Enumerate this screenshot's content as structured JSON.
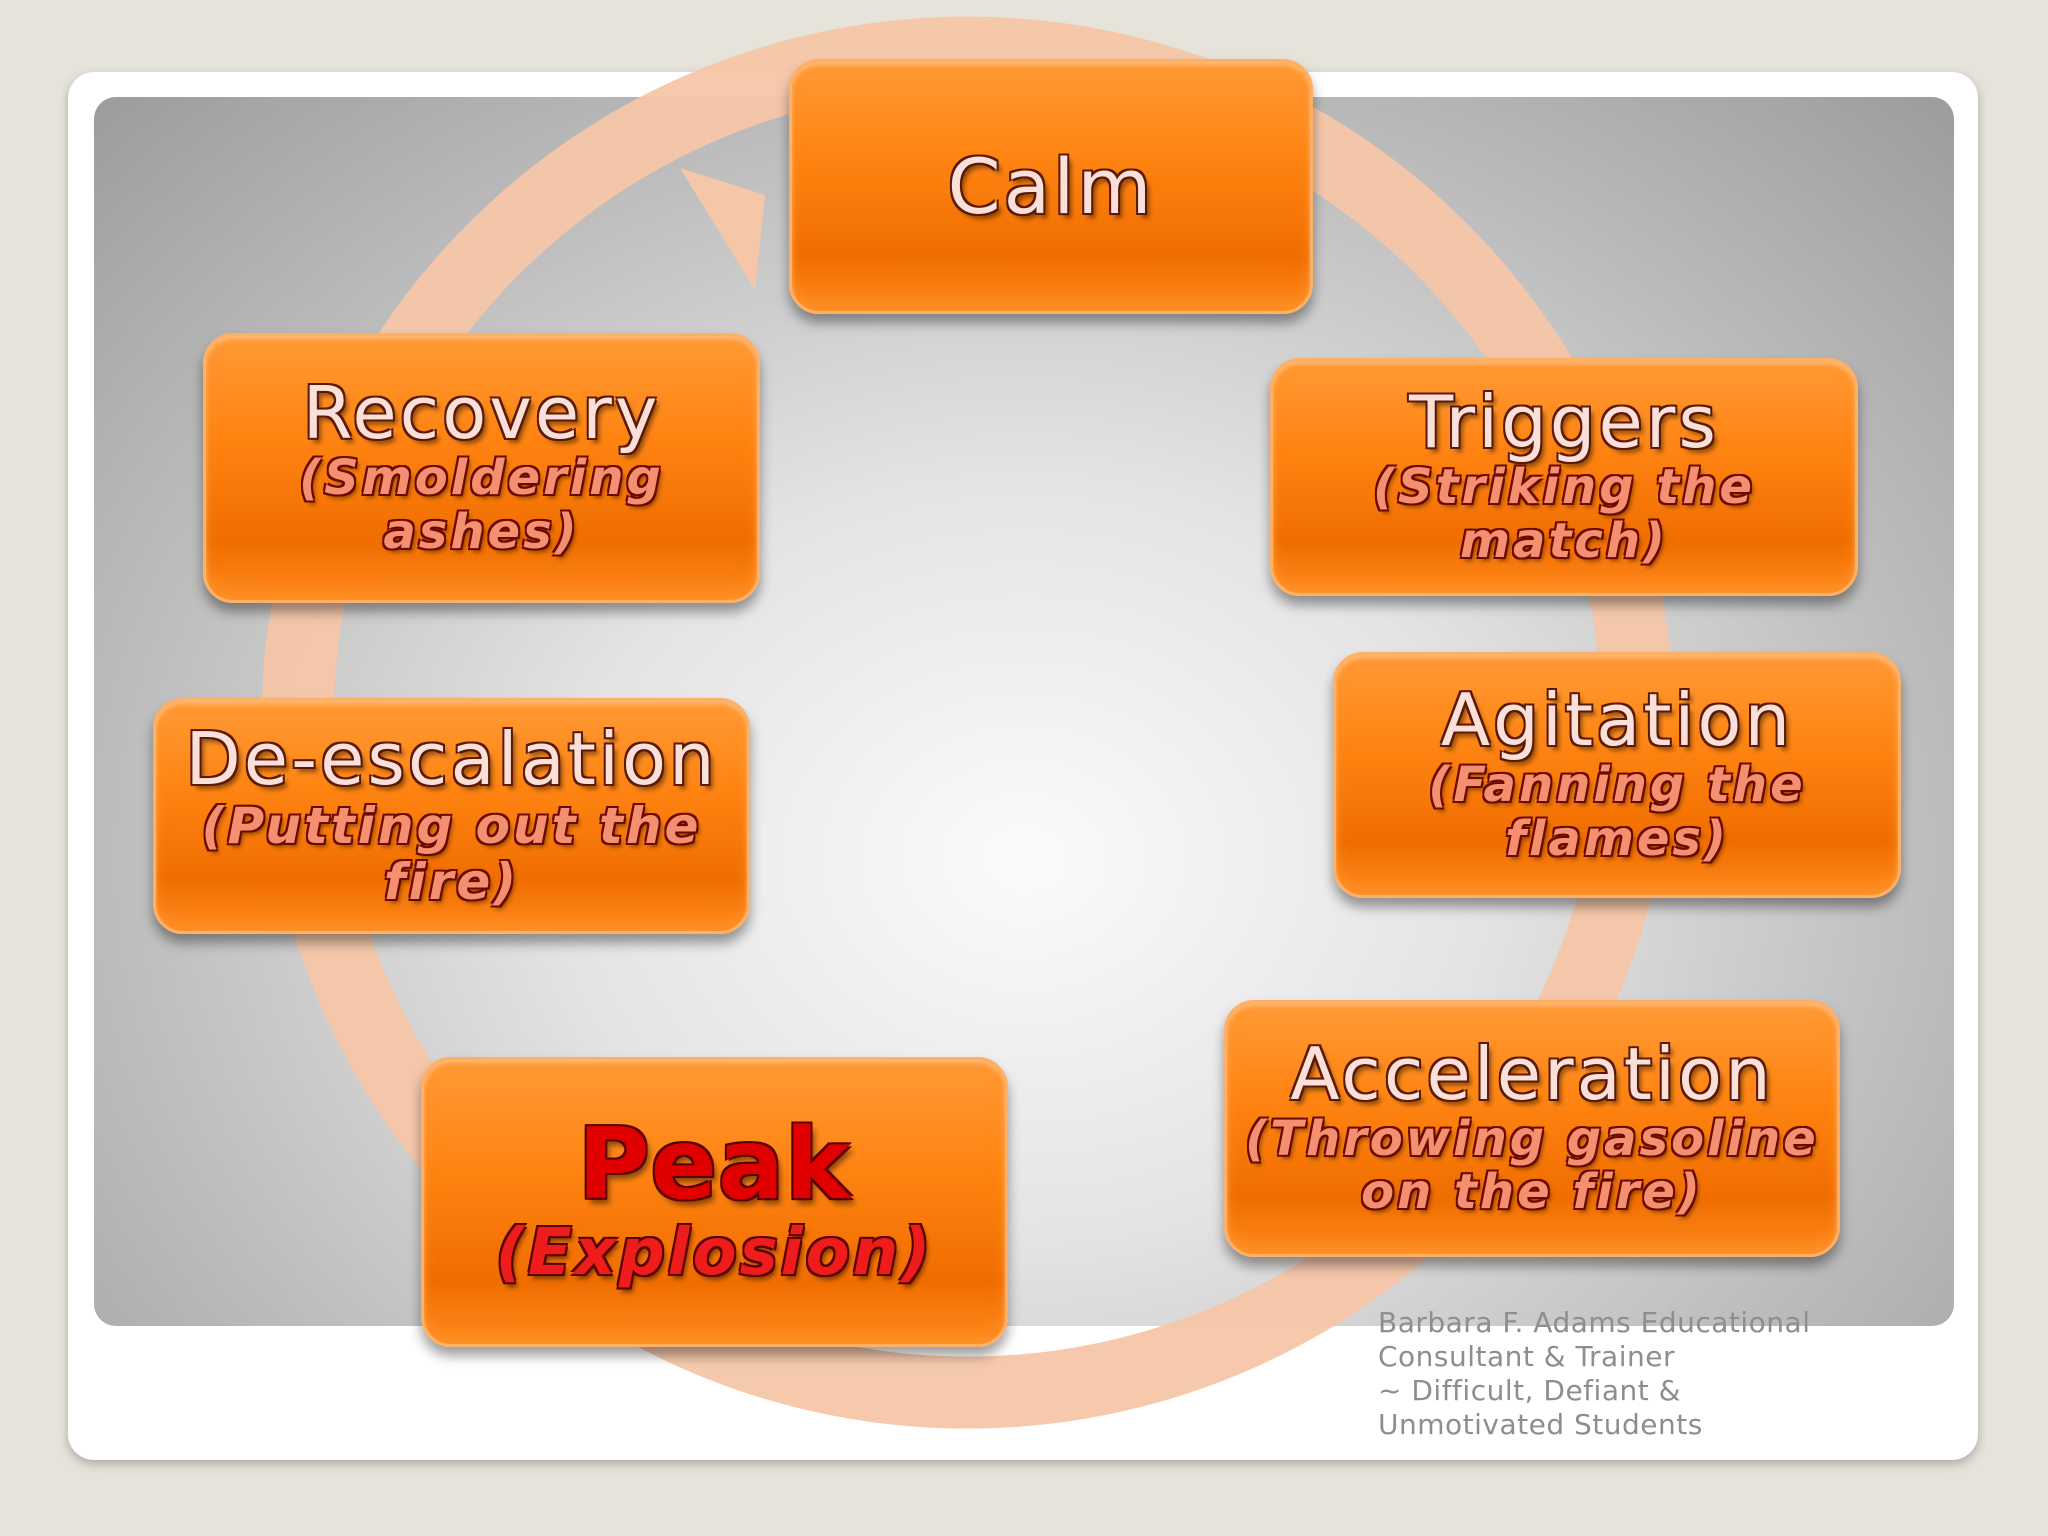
{
  "stages": [
    {
      "id": "calm",
      "title": "Calm",
      "subtitle_lines": []
    },
    {
      "id": "triggers",
      "title": "Triggers",
      "subtitle_lines": [
        "(Striking the",
        "match)"
      ]
    },
    {
      "id": "agitation",
      "title": "Agitation",
      "subtitle_lines": [
        "(Fanning the",
        "flames)"
      ]
    },
    {
      "id": "acceleration",
      "title": "Acceleration",
      "subtitle_lines": [
        "(Throwing gasoline",
        "on the fire)"
      ]
    },
    {
      "id": "peak",
      "title": "Peak",
      "subtitle_lines": [
        "(Explosion)"
      ]
    },
    {
      "id": "de-escalation",
      "title": "De-escalation",
      "subtitle_lines": [
        "(Putting out the",
        "fire)"
      ]
    },
    {
      "id": "recovery",
      "title": "Recovery",
      "subtitle_lines": [
        "(Smoldering",
        "ashes)"
      ]
    }
  ],
  "credit_lines": [
    "Barbara F. Adams Educational",
    "Consultant & Trainer",
    "~ Difficult, Defiant &",
    "Unmotivated Students"
  ],
  "colors": {
    "box_orange": "#ff8412",
    "cycle_arrow": "#f6c6a8",
    "peak_text": "#e00000",
    "slide_background": "#e6e3da"
  }
}
